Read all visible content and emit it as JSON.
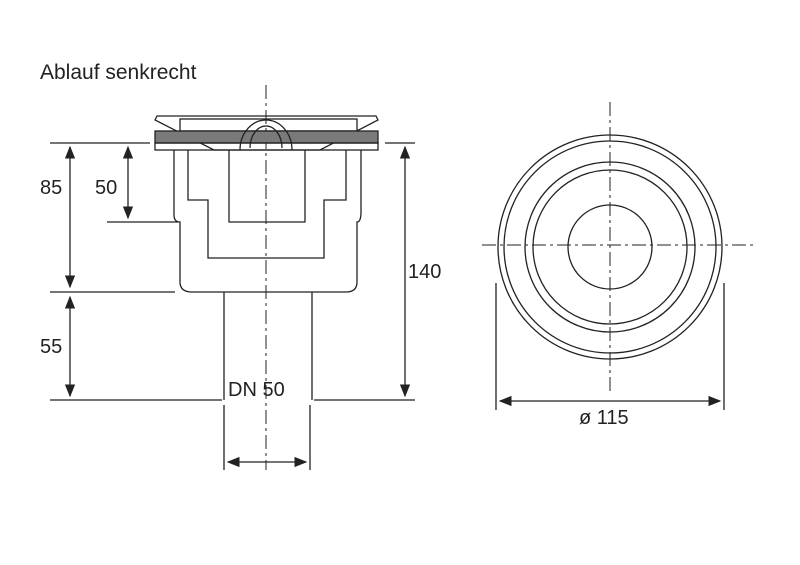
{
  "title": "Ablauf senkrecht",
  "dimensions": {
    "total_height": "85",
    "inner_depth": "50",
    "pipe_length": "55",
    "overall_height": "140",
    "pipe_label": "DN 50",
    "diameter": "ø 115"
  },
  "colors": {
    "line": "#222222",
    "flange": "#7a7a7a"
  }
}
